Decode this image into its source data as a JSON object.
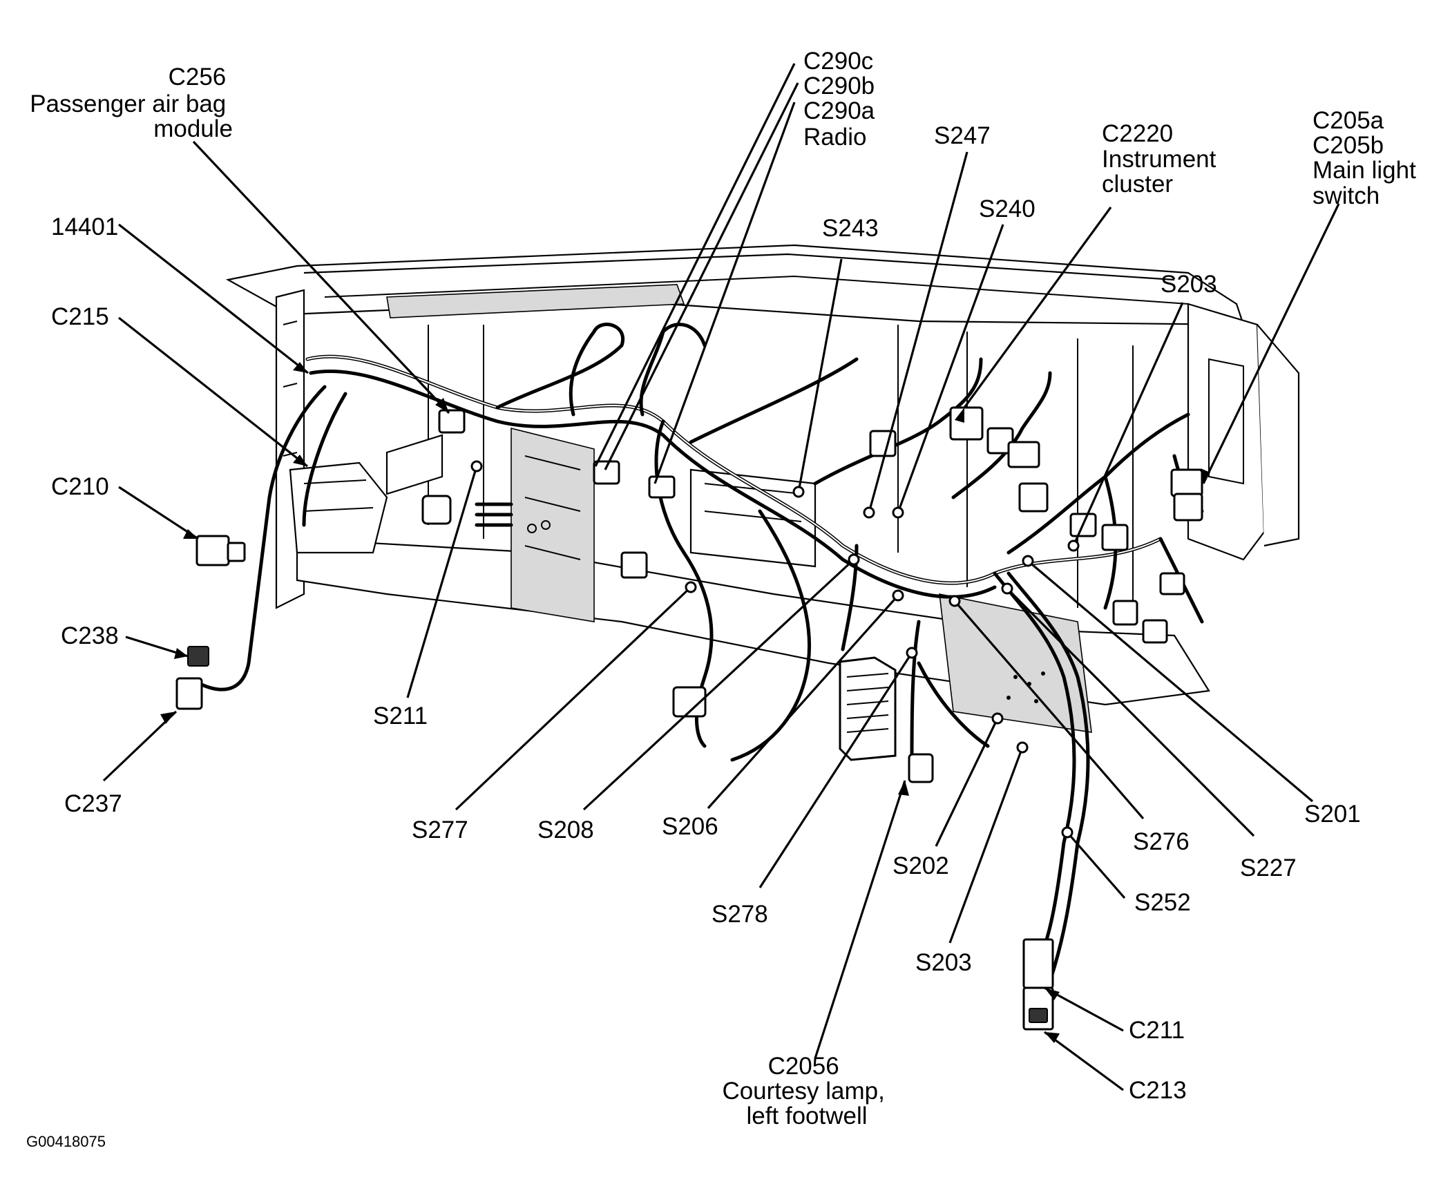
{
  "figure_id": "G00418075",
  "labels": {
    "c256": [
      "C256",
      "Passenger air bag",
      "module"
    ],
    "c290c": "C290c",
    "c290b": "C290b",
    "c290a": [
      "C290a",
      "Radio"
    ],
    "s247": "S247",
    "c2220": [
      "C2220",
      "Instrument",
      "cluster"
    ],
    "c205": [
      "C205a",
      "C205b",
      "Main light",
      "switch"
    ],
    "n14401": "14401",
    "s243": "S243",
    "s240": "S240",
    "s203_top": "S203",
    "c215": "C215",
    "c210": "C210",
    "c238": "C238",
    "c237": "C237",
    "s211": "S211",
    "s277": "S277",
    "s208": "S208",
    "s206": "S206",
    "s278": "S278",
    "s202": "S202",
    "s203_bottom": "S203",
    "s276": "S276",
    "s227": "S227",
    "s201": "S201",
    "s252": "S252",
    "c211": "C211",
    "c213": "C213",
    "c2056": [
      "C2056",
      "Courtesy lamp,",
      "left footwell"
    ]
  }
}
